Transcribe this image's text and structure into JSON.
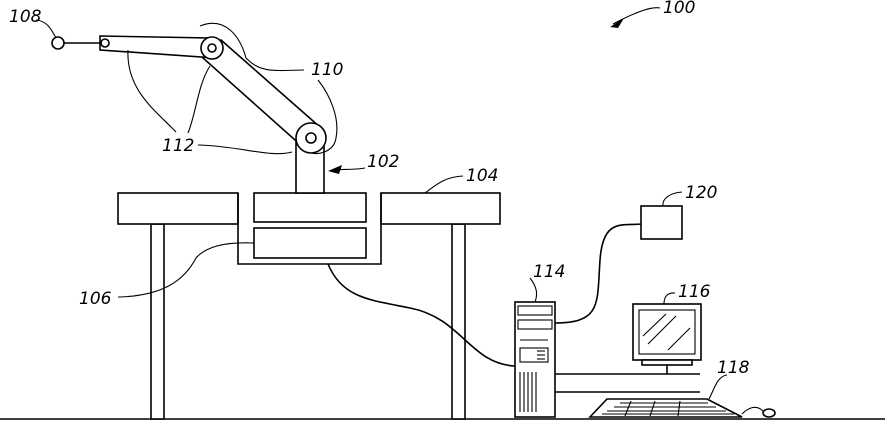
{
  "figure": {
    "labels": {
      "system": "100",
      "robot": "102",
      "table": "104",
      "base_unit": "106",
      "end_effector": "108",
      "joint_upper": "110",
      "arm_links": "112",
      "computer_tower": "114",
      "monitor": "116",
      "keyboard": "118",
      "sensor_box": "120"
    }
  }
}
